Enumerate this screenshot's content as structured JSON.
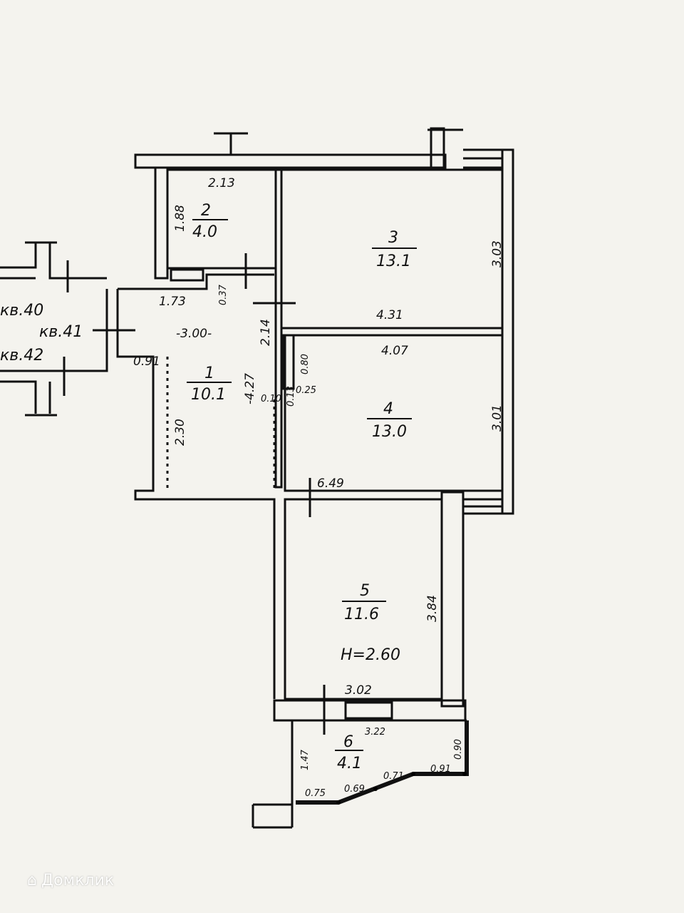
{
  "rooms": [
    {
      "number": "1",
      "area": "10.1"
    },
    {
      "number": "2",
      "area": "4.0"
    },
    {
      "number": "3",
      "area": "13.1"
    },
    {
      "number": "4",
      "area": "13.0"
    },
    {
      "number": "5",
      "area": "11.6"
    },
    {
      "number": "6",
      "area": "4.1"
    }
  ],
  "neighbors": [
    "кв.40",
    "кв.41",
    "кв.42"
  ],
  "ceiling_height": "H=2.60",
  "dims": {
    "r2_w": "2.13",
    "r2_h": "1.88",
    "r3_h": "3.03",
    "r3_w": "4.31",
    "r4_w": "4.07",
    "r4_h": "3.01",
    "r4_niche": "0.80",
    "r1_a": "1.73",
    "r1_b": "0.37",
    "r1_c": "-3.00-",
    "r1_d": "2.14",
    "r1_e": "0.91",
    "r1_f": "-4.27",
    "r1_g": "2.30",
    "r1_h": "0.10",
    "r1_i": "0.13",
    "r1_j": "0.25",
    "r5_top": "6.49",
    "r5_h": "3.84",
    "r5_w": "3.02",
    "b_top": "3.22",
    "b_left": "1.47",
    "b_right": "0.90",
    "b1": "0.75",
    "b2": "0.69",
    "b3": "0.71",
    "b4": "0.91"
  },
  "watermark": "Домклик"
}
